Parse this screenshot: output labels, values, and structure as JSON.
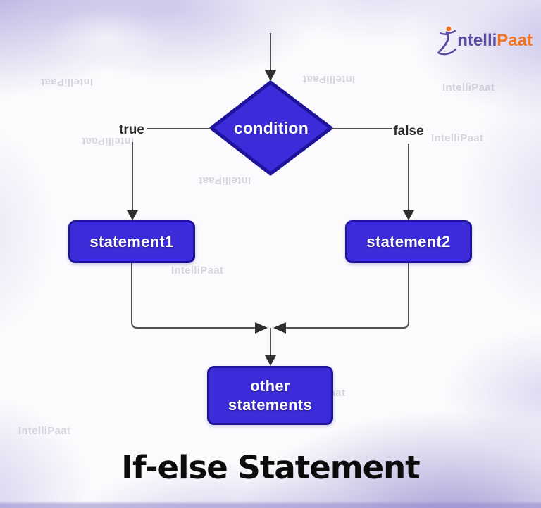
{
  "logo": {
    "prefix": "ntelli",
    "suffix": "Paat"
  },
  "diagram": {
    "condition_label": "condition",
    "true_label": "true",
    "false_label": "false",
    "statement1_label": "statement1",
    "statement2_label": "statement2",
    "other_statements_line1": "other",
    "other_statements_line2": "statements"
  },
  "caption": "If-else Statement",
  "watermark_text": "IntelliPaat",
  "colors": {
    "shape_fill": "#3b2bd8",
    "shape_border": "#1e149c",
    "connector_line": "#4f4f4f",
    "arrowhead": "#2e2e2e",
    "logo_purple": "#5b4a9f",
    "logo_orange": "#f4731c",
    "watercolor_lavender": "#9e94d6",
    "caption_text": "#0c0c0c"
  }
}
